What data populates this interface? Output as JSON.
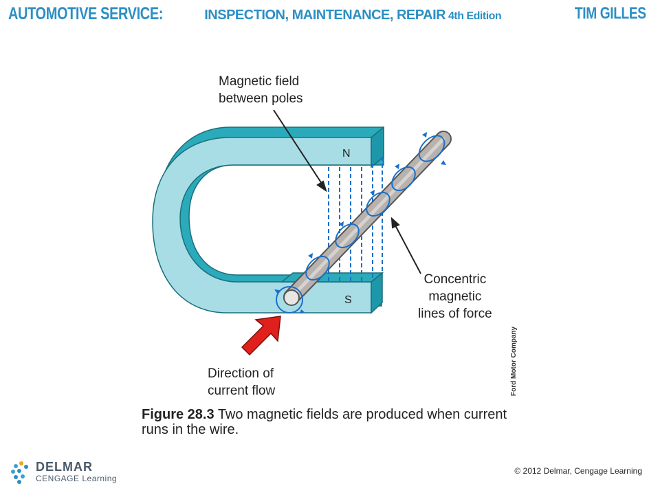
{
  "header": {
    "title_main": "AUTOMOTIVE SERVICE:",
    "title_sub": "INSPECTION, MAINTENANCE, REPAIR",
    "edition": "4th Edition",
    "author": "TIM GILLES"
  },
  "diagram": {
    "north_label": "N",
    "south_label": "S",
    "callouts": {
      "field_between_poles": [
        "Magnetic field",
        "between poles"
      ],
      "concentric_lines": [
        "Concentric",
        "magnetic",
        "lines of force"
      ],
      "current_direction": [
        "Direction of",
        "current flow"
      ]
    },
    "colors": {
      "magnet_face": "#a8dde6",
      "magnet_side": "#2aaabb",
      "field_lines": "#1a6fc9",
      "wire": "#b7b2ae",
      "arrow": "#e0201c"
    }
  },
  "figure": {
    "number": "Figure 28.3",
    "caption": "Two magnetic fields are produced when current runs in the wire.",
    "credit": "Ford Motor Company"
  },
  "footer": {
    "copyright": "© 2012 Delmar, Cengage Learning",
    "logo_name": "DELMAR",
    "logo_sub": "CENGAGE Learning"
  }
}
